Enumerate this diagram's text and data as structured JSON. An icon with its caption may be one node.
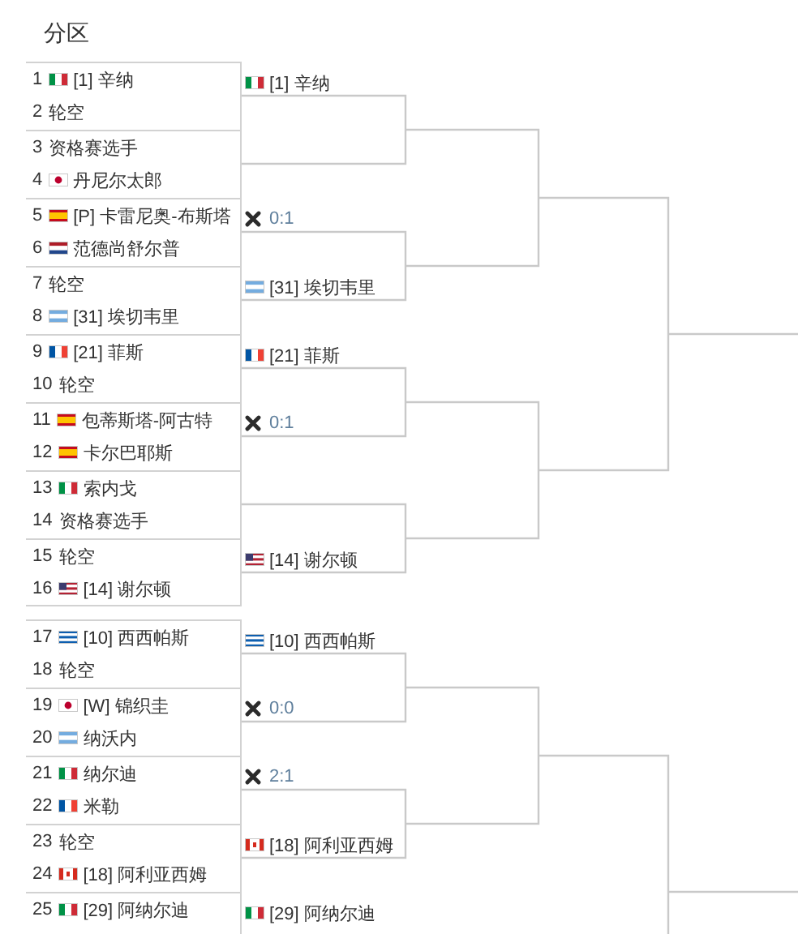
{
  "diagram": {
    "title": "分区",
    "nodes": [
      {
        "text": [
          "1",
          "[1] 辛纳",
          "2",
          "轮空"
        ]
      },
      {
        "text": [
          "3",
          "资格赛选手",
          "4",
          "丹尼尔太郎"
        ]
      },
      {
        "text": [
          "5",
          "[P] 卡雷尼奥-布斯塔",
          "6",
          "范德尚舒尔普"
        ]
      },
      {
        "text": [
          "7",
          "轮空",
          "8",
          "[31] 埃切韦里"
        ]
      },
      {
        "text": [
          "9",
          "[21] 菲斯",
          "10",
          "轮空"
        ]
      },
      {
        "text": [
          "11",
          "包蒂斯塔-阿古特",
          "12",
          "卡尔巴耶斯"
        ]
      },
      {
        "text": [
          "13",
          "索内戈",
          "14",
          "资格赛选手"
        ]
      },
      {
        "text": [
          "15",
          "轮空",
          "16",
          "[14] 谢尔顿"
        ]
      },
      {
        "text": [
          "17",
          "[10] 西西帕斯",
          "18",
          "轮空"
        ]
      },
      {
        "text": [
          "19",
          "[W] 锦织圭",
          "20",
          "纳沃内"
        ]
      },
      {
        "text": [
          "21",
          "纳尔迪",
          "22",
          "米勒"
        ]
      },
      {
        "text": [
          "23",
          "轮空",
          "24",
          "[18] 阿利亚西姆"
        ]
      },
      {
        "text": [
          "25",
          "[29] 阿纳尔迪"
        ]
      }
    ],
    "edges": [
      {
        "from": 0,
        "to": null,
        "arrow": "none",
        "label": "[1] 辛纳"
      },
      {
        "from": 1,
        "to": null,
        "arrow": "none"
      },
      {
        "from": 2,
        "to": null,
        "arrow": "none",
        "label": "0:1"
      },
      {
        "from": 3,
        "to": null,
        "arrow": "none",
        "label": "[31] 埃切韦里"
      },
      {
        "from": 4,
        "to": null,
        "arrow": "none",
        "label": "[21] 菲斯"
      },
      {
        "from": 5,
        "to": null,
        "arrow": "none",
        "label": "0:1"
      },
      {
        "from": 6,
        "to": null,
        "arrow": "none"
      },
      {
        "from": 7,
        "to": null,
        "arrow": "none",
        "label": "[14] 谢尔顿"
      },
      {
        "from": 8,
        "to": null,
        "arrow": "none",
        "label": "[10] 西西帕斯"
      },
      {
        "from": 9,
        "to": null,
        "arrow": "none",
        "label": "0:0"
      },
      {
        "from": 10,
        "to": null,
        "arrow": "none",
        "label": "2:1"
      },
      {
        "from": 11,
        "to": null,
        "arrow": "none",
        "label": "[18] 阿利亚西姆"
      }
    ],
    "labels": [
      "[29] 阿纳尔迪"
    ]
  }
}
